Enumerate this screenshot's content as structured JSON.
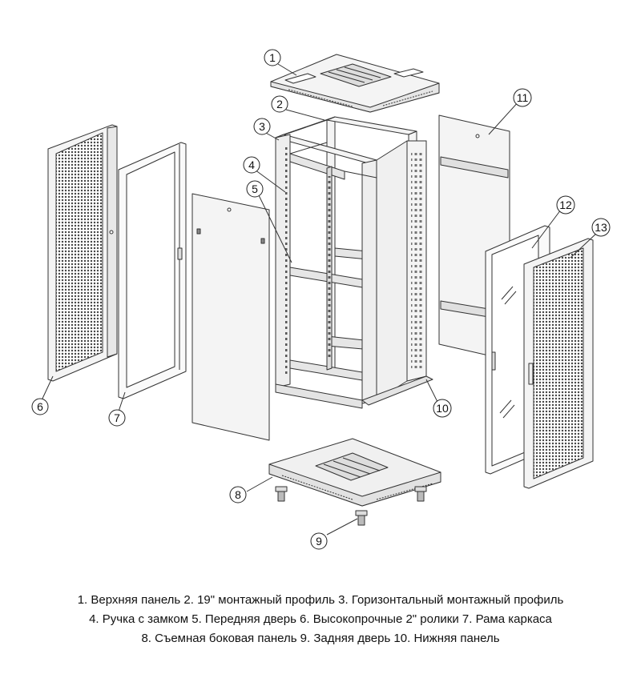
{
  "figure": {
    "callouts": [
      "1",
      "2",
      "3",
      "4",
      "5",
      "6",
      "7",
      "8",
      "9",
      "10",
      "11",
      "12",
      "13"
    ]
  },
  "caption": {
    "line1": "1. Верхняя панель   2. 19\" монтажный профиль   3. Горизонтальный монтажный профиль",
    "line2": "4. Ручка с замком   5. Передняя дверь   6. Высокопрочные 2\" ролики   7. Рама каркаса",
    "line3": "8. Съемная боковая панель   9. Задняя дверь   10. Нижняя панель"
  },
  "colors": {
    "line": "#333333",
    "panel_fill": "#f4f4f4",
    "glass_fill": "#fafafa",
    "mesh": "#555555"
  }
}
